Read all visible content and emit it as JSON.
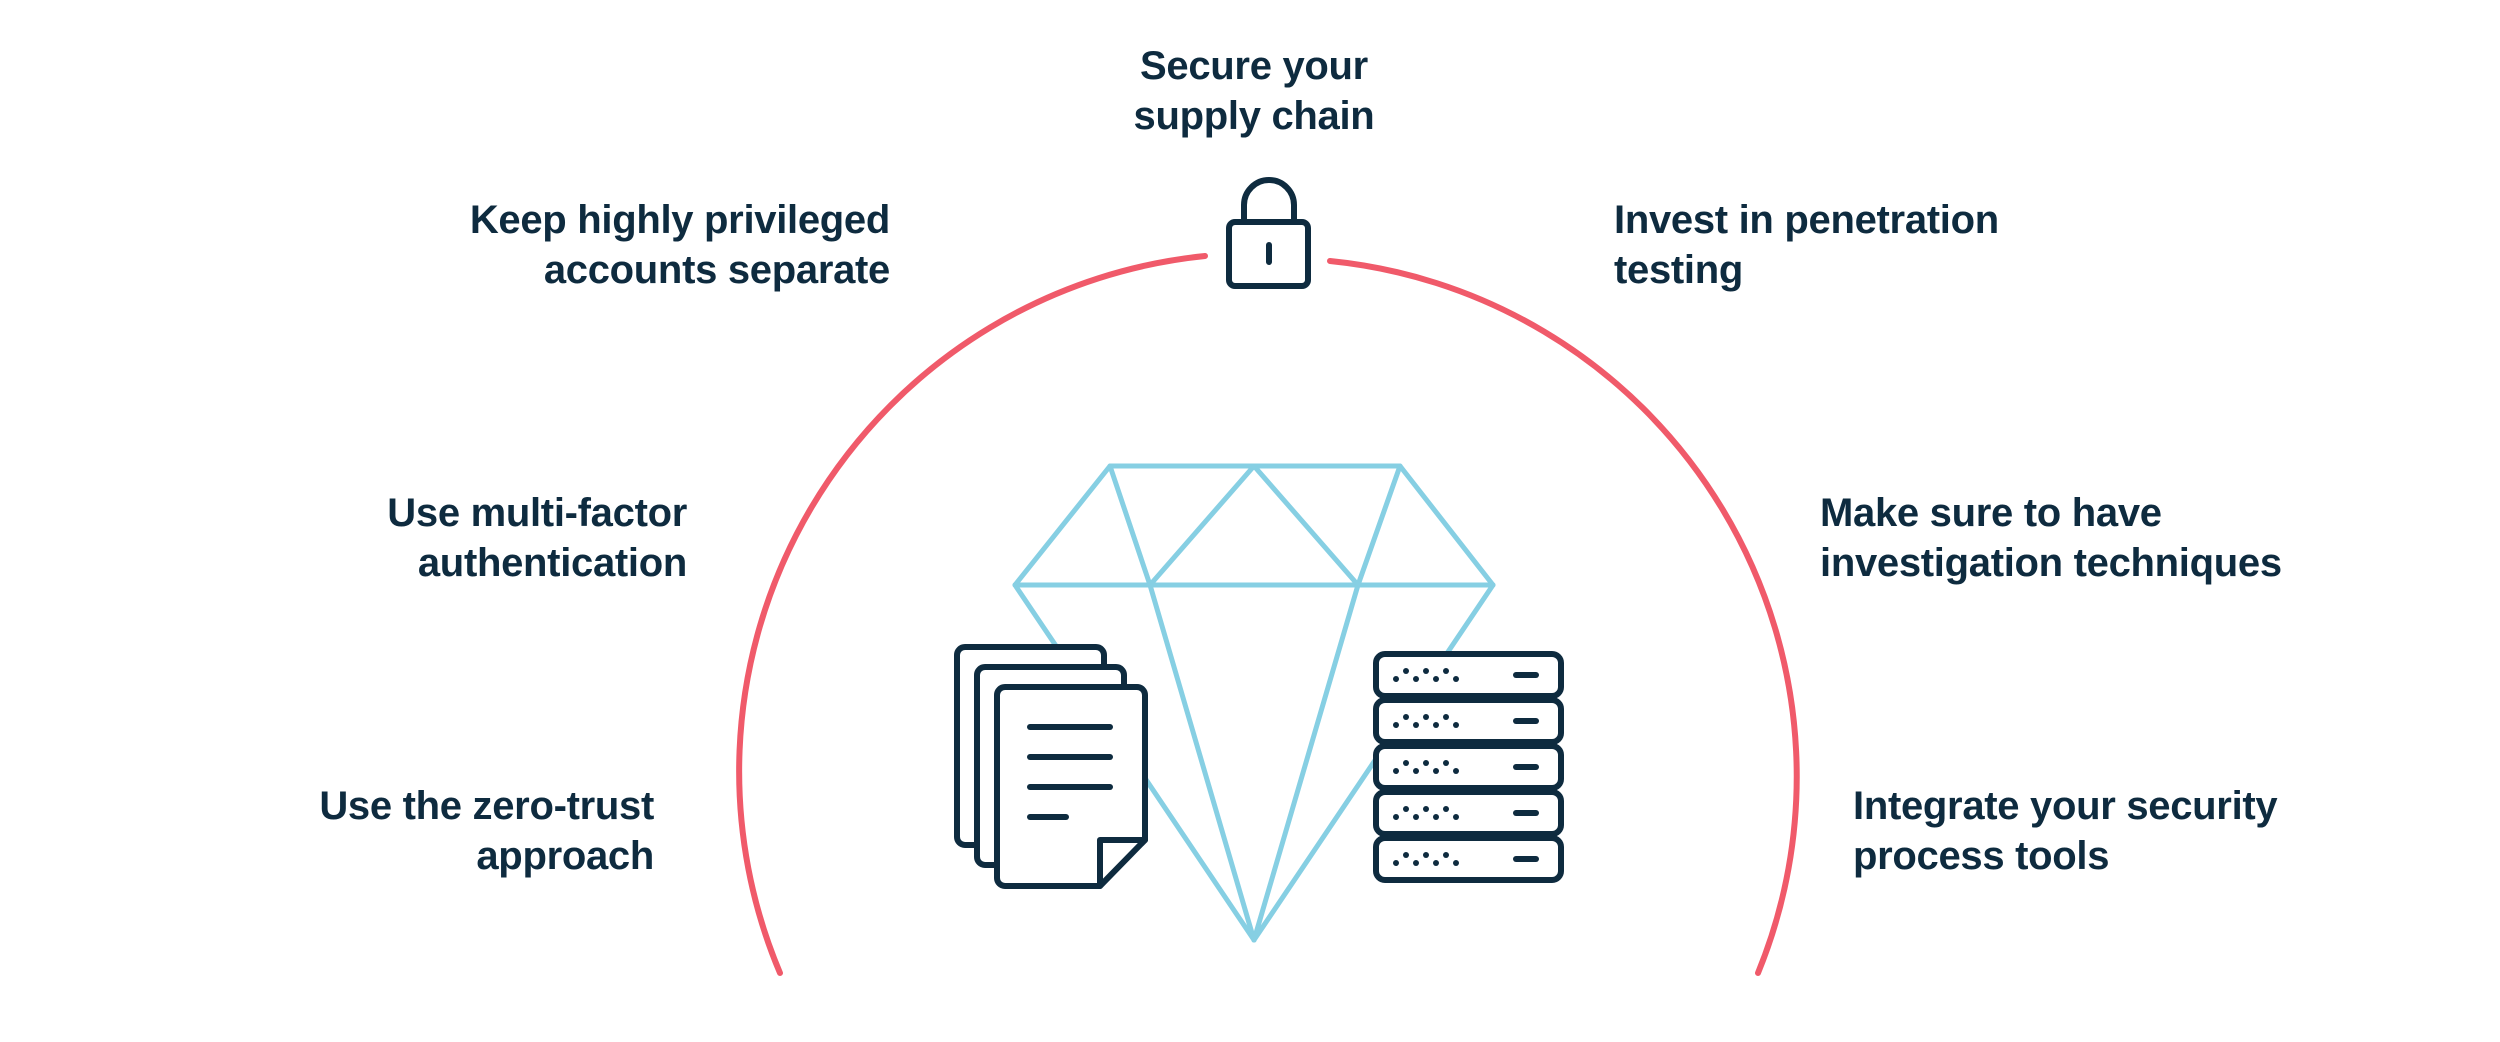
{
  "colors": {
    "text": "#0e2b3f",
    "arc": "#f05a6a",
    "diamond": "#86cfe3",
    "icon": "#0e2b3f"
  },
  "icons": {
    "top": "padlock-icon",
    "left": "documents-icon",
    "right": "server-stack-icon",
    "center": "diamond-icon"
  },
  "labels": {
    "top": [
      "Secure your",
      "supply chain"
    ],
    "upper_left": [
      "Keep highly privileged",
      "accounts separate"
    ],
    "upper_right": [
      "Invest in penetration",
      "testing"
    ],
    "middle_left": [
      "Use multi-factor",
      "authentication"
    ],
    "middle_right": [
      "Make sure to have",
      "investigation techniques"
    ],
    "lower_left": [
      "Use the zero-trust",
      "approach"
    ],
    "lower_right": [
      "Integrate your security",
      "process tools"
    ]
  }
}
